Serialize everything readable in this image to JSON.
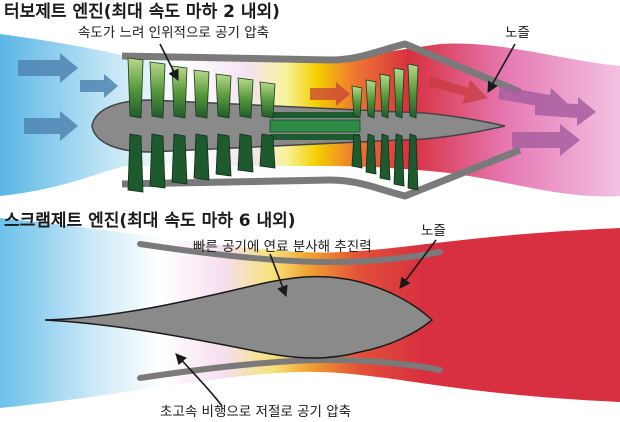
{
  "turbojet": {
    "title": "터보제트 엔진(최대 속도 마하 2 내외)",
    "compressor_label": "속도가 느려 인위적으로 공기 압축",
    "nozzle_label": "노즐"
  },
  "scramjet": {
    "title": "스크램제트 엔진(최대 속도 마하 6 내외)",
    "combustion_label": "빠른 공기에 연료 분사해 추진력",
    "nozzle_label": "노즐",
    "compression_label": "초고속 비행으로 저절로 공기 압축"
  },
  "colors": {
    "intake_blue": "#5ab6e6",
    "hot_red": "#d83040",
    "exhaust_pink": "#e9a0d0",
    "flame_yellow": "#f3d000",
    "blade_green": "#5a9a3c",
    "blade_dark_green": "#1d5a2e",
    "body_gray": "#8a8a8a",
    "casing_gray": "#7a7a7a"
  }
}
